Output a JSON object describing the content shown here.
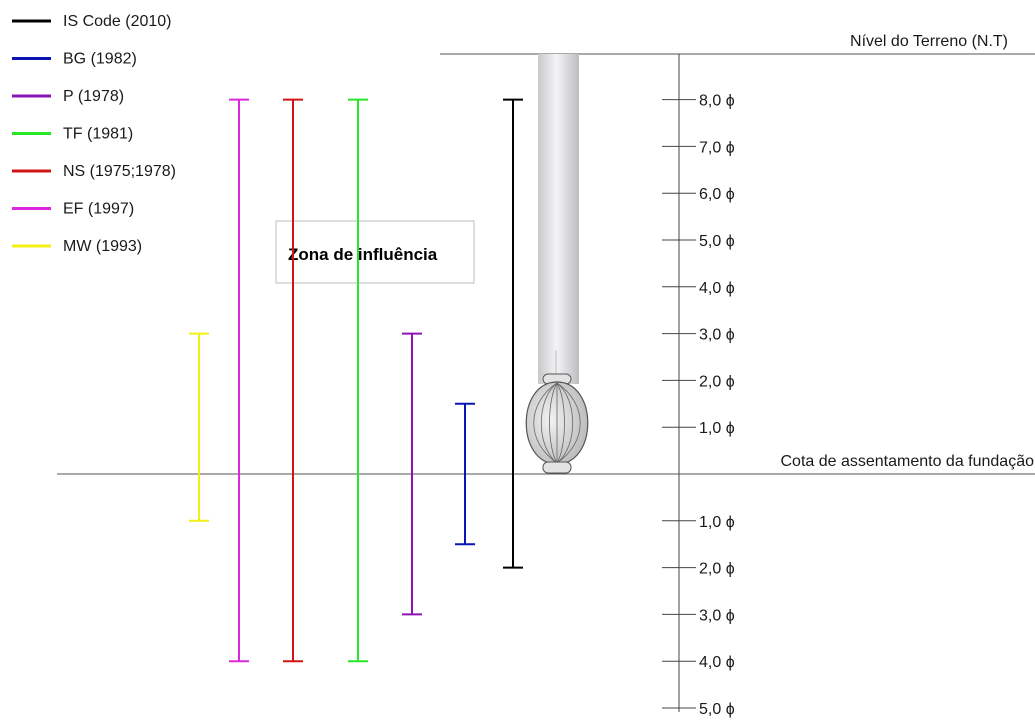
{
  "legend": [
    {
      "label": "IS Code (2010)",
      "color": "#000000"
    },
    {
      "label": "BG (1982)",
      "color": "#0a14b4"
    },
    {
      "label": "P (1978)",
      "color": "#8c14b4"
    },
    {
      "label": "TF (1981)",
      "color": "#28e628"
    },
    {
      "label": "NS (1975;1978)",
      "color": "#d21414"
    },
    {
      "label": "EF (1997)",
      "color": "#dc28dc"
    },
    {
      "label": "MW (1993)",
      "color": "#f0f014"
    }
  ],
  "labels": {
    "ground_level": "Nível do Terreno (N.T)",
    "foundation_level": "Cota de assentamento da fundação",
    "influence_zone": "Zona de influência"
  },
  "scale": {
    "above": [
      "8,0 ϕ",
      "7,0 ϕ",
      "6,0 ϕ",
      "5,0 ϕ",
      "4,0 ϕ",
      "3,0 ϕ",
      "2,0 ϕ",
      "1,0 ϕ"
    ],
    "below": [
      "1,0 ϕ",
      "2,0 ϕ",
      "3,0 ϕ",
      "4,0 ϕ",
      "5,0 ϕ"
    ]
  },
  "ranges": [
    {
      "name": "MW (1993)",
      "color": "#f0f014",
      "top": 3.0,
      "bottom": -1.0
    },
    {
      "name": "EF (1997)",
      "color": "#dc28dc",
      "top": 8.0,
      "bottom": -4.0
    },
    {
      "name": "NS (1975;1978)",
      "color": "#d21414",
      "top": 8.0,
      "bottom": -4.0
    },
    {
      "name": "TF (1981)",
      "color": "#28e628",
      "top": 8.0,
      "bottom": -4.0
    },
    {
      "name": "P (1978)",
      "color": "#8c14b4",
      "top": 3.0,
      "bottom": -3.0
    },
    {
      "name": "BG (1982)",
      "color": "#0a14b4",
      "top": 1.5,
      "bottom": -1.5
    },
    {
      "name": "IS Code (2010)",
      "color": "#000000",
      "top": 8.0,
      "bottom": -2.0
    }
  ]
}
